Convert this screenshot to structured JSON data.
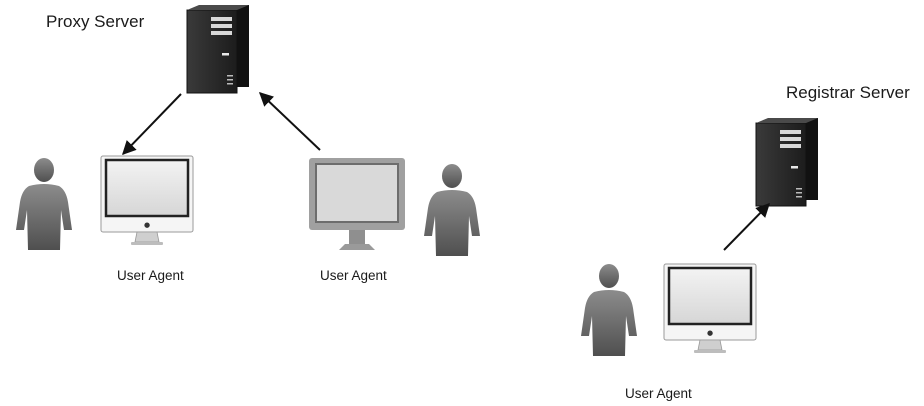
{
  "labels": {
    "proxy_server": "Proxy Server",
    "registrar_server": "Registrar Server",
    "user_agent_left": "User Agent",
    "user_agent_middle": "User Agent",
    "user_agent_right": "User Agent"
  },
  "icons": {
    "server": "server-tower-icon",
    "computer": "imac-monitor-icon",
    "person": "person-silhouette-icon"
  },
  "colors": {
    "server_dark": "#2b2b2b",
    "person_gray": "#6e6e6e",
    "monitor_silver": "#e2e2e2",
    "monitor_gray": "#9a9a9a",
    "arrow": "#111111"
  }
}
